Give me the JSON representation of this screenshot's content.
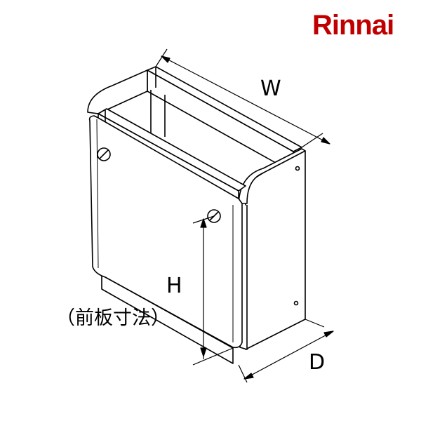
{
  "brand": {
    "logo_text": "Rinnai",
    "color": "#c00000"
  },
  "dimensions": {
    "width_label": "W",
    "height_label": "H",
    "height_note": "（前板寸法）",
    "depth_label": "D"
  }
}
